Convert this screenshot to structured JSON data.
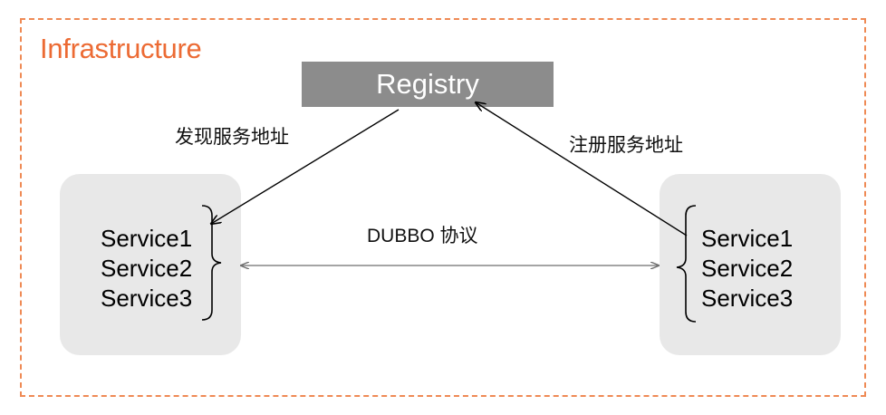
{
  "frame": {
    "title": "Infrastructure",
    "border_color": "#ef8a55",
    "title_color": "#ec6b34"
  },
  "registry": {
    "label": "Registry",
    "color": "#8c8c8c"
  },
  "consumer": {
    "services": [
      "Service1",
      "Service2",
      "Service3"
    ]
  },
  "provider": {
    "services": [
      "Service1",
      "Service2",
      "Service3"
    ]
  },
  "edges": {
    "discover_label": "发现服务地址",
    "register_label": "注册服务地址",
    "protocol_label": "DUBBO 协议"
  }
}
